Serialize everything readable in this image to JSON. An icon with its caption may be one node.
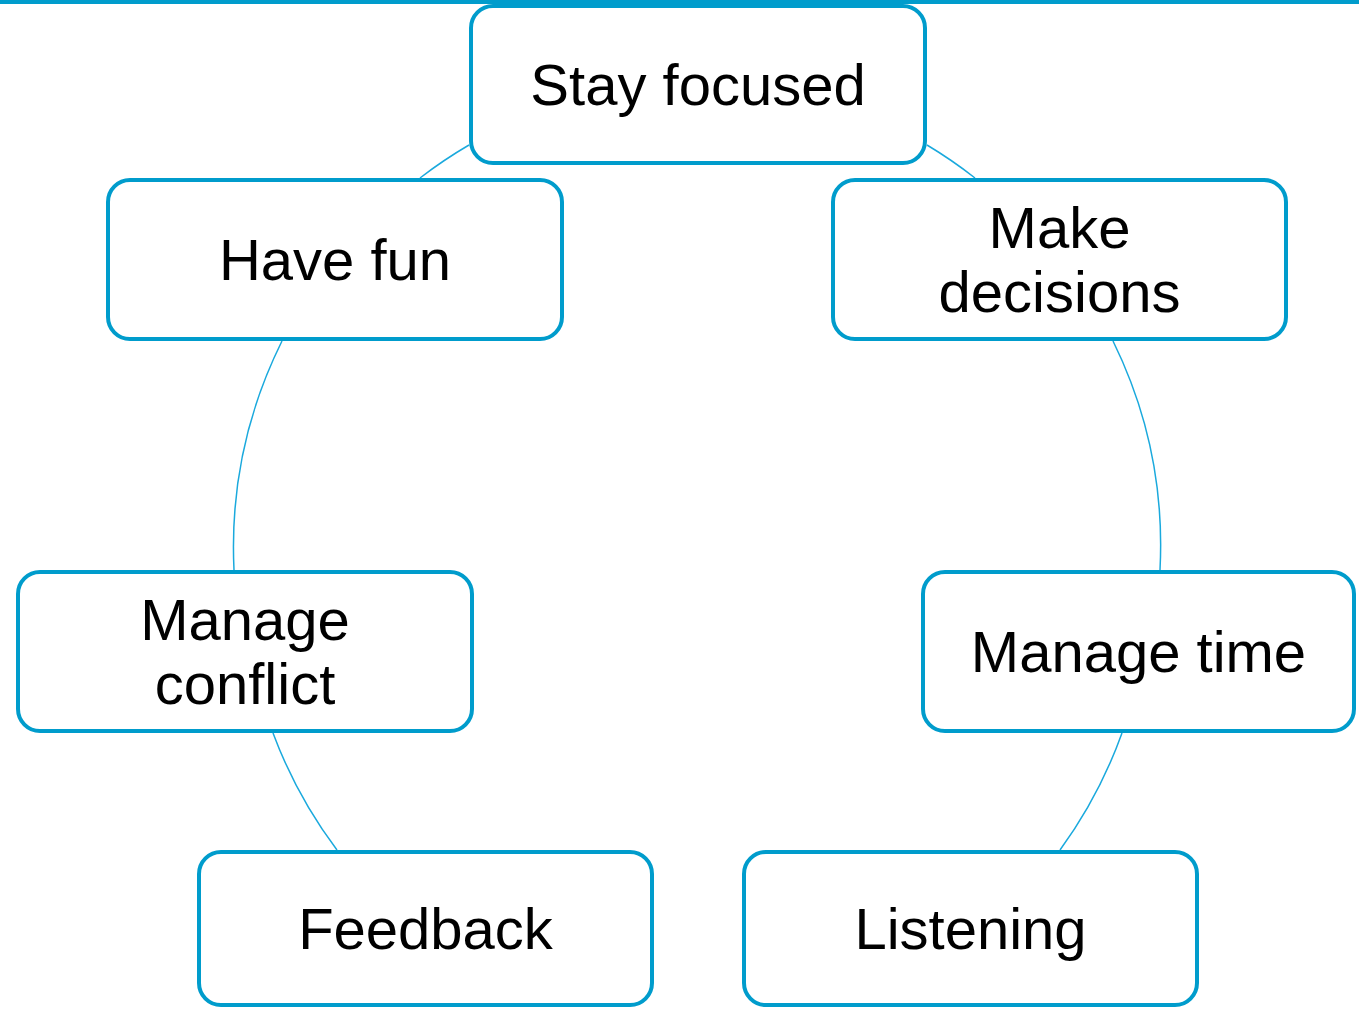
{
  "diagram": {
    "nodes": [
      {
        "text": [
          "Stay focused"
        ]
      },
      {
        "text": [
          "Make decisions"
        ]
      },
      {
        "text": [
          "Manage time"
        ]
      },
      {
        "text": [
          "Listening"
        ]
      },
      {
        "text": [
          "Feedback"
        ]
      },
      {
        "text": [
          "Manage conflict"
        ]
      },
      {
        "text": [
          "Have fun"
        ]
      }
    ],
    "edges": [
      {
        "from": 0,
        "to": 1,
        "arrow": "none"
      },
      {
        "from": 1,
        "to": 2,
        "arrow": "none"
      },
      {
        "from": 2,
        "to": 3,
        "arrow": "none"
      },
      {
        "from": 4,
        "to": 5,
        "arrow": "none"
      },
      {
        "from": 5,
        "to": 6,
        "arrow": "none"
      },
      {
        "from": 6,
        "to": 0,
        "arrow": "none"
      }
    ]
  }
}
